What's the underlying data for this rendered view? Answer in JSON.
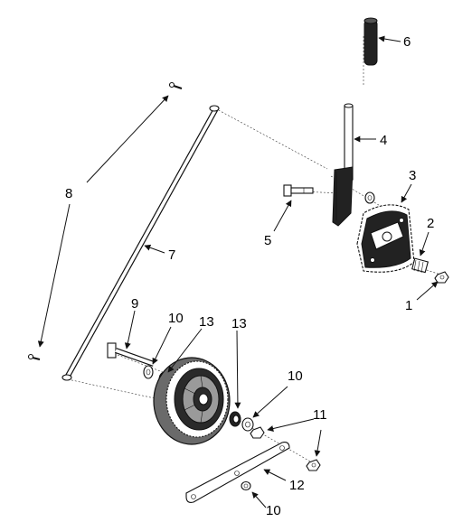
{
  "callouts": {
    "c1": "1",
    "c2": "2",
    "c3": "3",
    "c4": "4",
    "c5": "5",
    "c6": "6",
    "c7": "7",
    "c8": "8",
    "c9": "9",
    "c10a": "10",
    "c10b": "10",
    "c10c": "10",
    "c11": "11",
    "c12": "12",
    "c13a": "13",
    "c13b": "13"
  }
}
